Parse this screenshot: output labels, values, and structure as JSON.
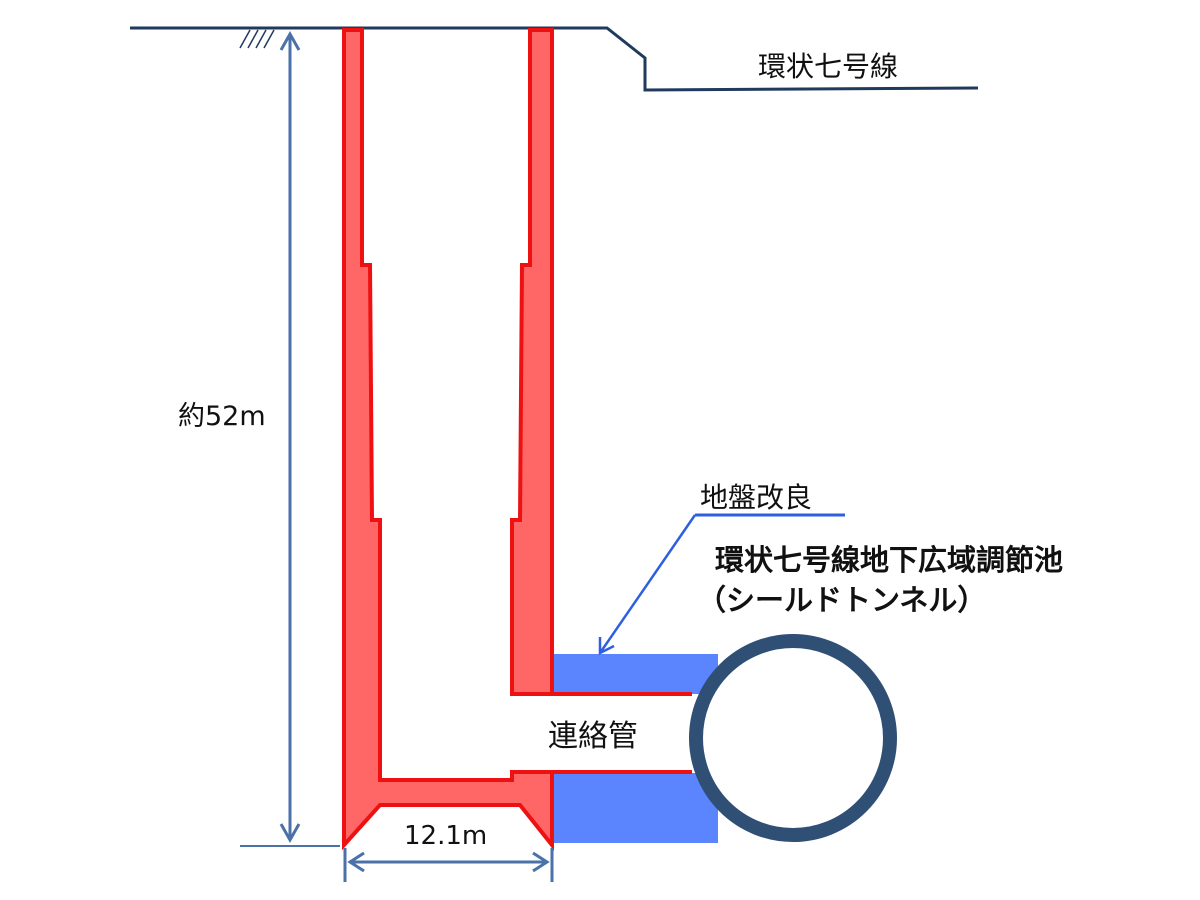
{
  "labels": {
    "road": "環状七号線",
    "depth": "約52m",
    "ground_improvement": "地盤改良",
    "reservoir_name": "環状七号線地下広域調節池",
    "reservoir_type": "（シールドトンネル）",
    "connecting_pipe": "連絡管",
    "width": "12.1m"
  },
  "colors": {
    "shaft_fill": "#ff6666",
    "shaft_stroke": "#ee1111",
    "ground_improvement_fill": "#5b84ff",
    "tunnel_ring": "#2f4f75",
    "ground_line": "#1f3a5c",
    "dimension_line": "#4a72a8",
    "leader_line": "#2e5fe0"
  },
  "icons": {
    "ground_surface": "ground-hatch-icon"
  }
}
